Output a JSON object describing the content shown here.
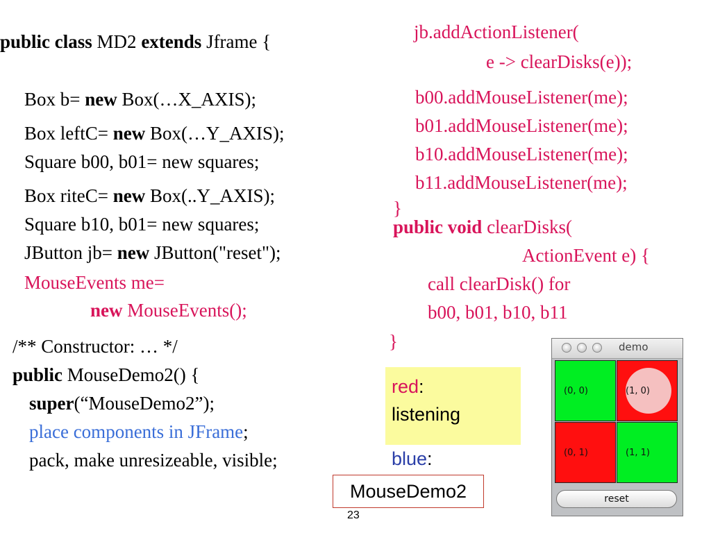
{
  "left_code": {
    "class_decl": {
      "kw1": "public class",
      "name": " MD2 ",
      "kw2": "extends",
      "rest": " Jframe {"
    },
    "box_b": {
      "pre": "Box b= ",
      "kw": "new",
      "post": " Box(…X_AXIS);"
    },
    "box_leftc": {
      "pre": "Box leftC= ",
      "kw": "new",
      "post": " Box(…Y_AXIS);"
    },
    "square_b00": "Square b00, b01= new squares;",
    "box_ritec": {
      "pre": "Box riteC= ",
      "kw": "new",
      "post": " Box(..Y_AXIS);"
    },
    "square_b10": "Square b10, b01= new squares;",
    "jbutton": {
      "pre": "JButton jb= ",
      "kw": "new",
      "post": " JButton(\"reset\");"
    },
    "mouse_events_1": "MouseEvents me=",
    "mouse_events_2": {
      "kw": "new",
      "post": " MouseEvents();"
    },
    "constructor_comment": "/** Constructor: … */",
    "constructor_decl": {
      "kw": "public",
      "post": " MouseDemo2() {"
    },
    "super_call": {
      "kw": "super",
      "post": "(“MouseDemo2”);"
    },
    "place_components": {
      "blue": "place components in JFrame",
      "post": ";"
    },
    "pack_line": "pack, make unresizeable, visible;"
  },
  "right_code": {
    "add_action_1": "jb.addActionListener(",
    "add_action_2": "e -> clearDisks(e));",
    "listeners": [
      "b00.addMouseListener(me);",
      "b01.addMouseListener(me);",
      "b10.addMouseListener(me);",
      "b11.addMouseListener(me);"
    ],
    "close_brace_1": "}",
    "clear_decl": {
      "kw": "public void",
      "post": " clearDisks("
    },
    "clear_param": "ActionEvent e) {",
    "call_line_1": "call clearDisk() for",
    "call_line_2": "b00, b01, b10, b11",
    "close_brace_2": "}"
  },
  "legend": {
    "red_word": "red",
    "red_colon": ":",
    "red_meaning": "listening",
    "blue_word": "blue",
    "blue_colon": ":",
    "blue_meaning": "MouseDemo2"
  },
  "demo_window": {
    "title": "demo",
    "cells": [
      {
        "label": "(0, 0)",
        "color": "#00ee22",
        "disk": false
      },
      {
        "label": "(1, 0)",
        "color": "#ff0f0f",
        "disk": true
      },
      {
        "label": "(0, 1)",
        "color": "#ff0f0f",
        "disk": false
      },
      {
        "label": "(1, 1)",
        "color": "#00ee22",
        "disk": false
      }
    ],
    "reset_label": "reset"
  },
  "page_number": "23",
  "colors": {
    "red_text": "#d8145a",
    "blue_text": "#3a6ed8",
    "legend_bg": "#fbfb9e"
  }
}
